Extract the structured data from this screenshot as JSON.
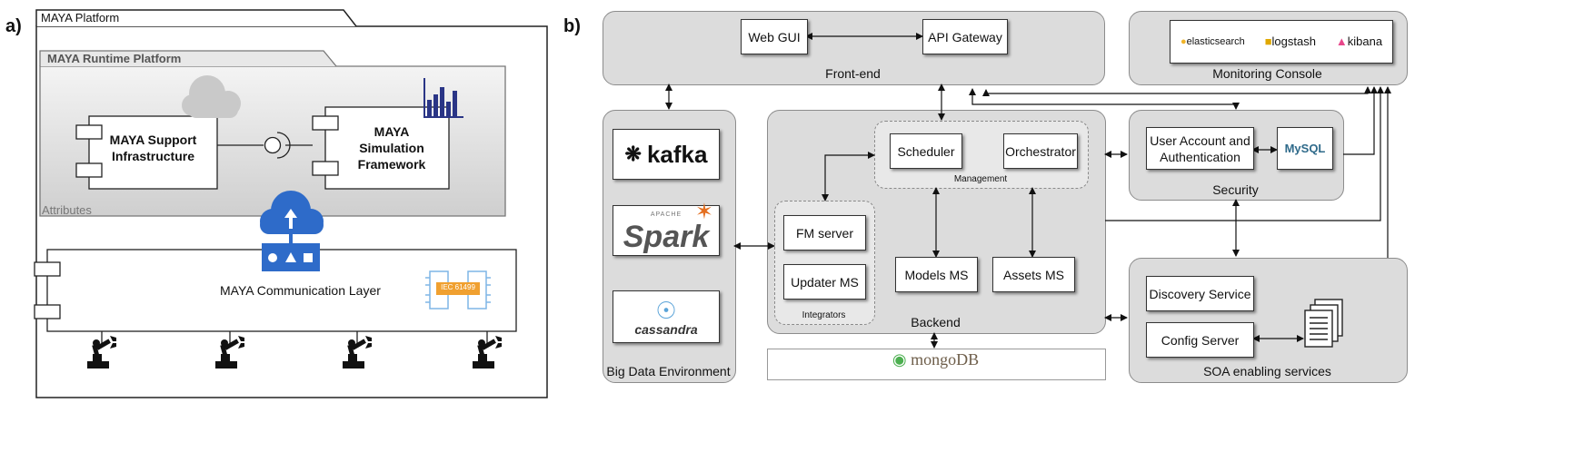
{
  "panel_a": {
    "letter": "a)",
    "platform_tab": "MAYA Platform",
    "runtime_tab": "MAYA Runtime Platform",
    "attributes": "Attributes",
    "support_infra": [
      "MAYA Support",
      "Infrastructure"
    ],
    "simulation_framework": [
      "MAYA",
      "Simulation",
      "Framework"
    ],
    "communication_layer": "MAYA Communication Layer",
    "iec_badge": "IEC 61499"
  },
  "panel_b": {
    "letter": "b)",
    "frontend": {
      "label": "Front-end",
      "web_gui": "Web GUI",
      "api_gateway": "API Gateway"
    },
    "monitoring": {
      "label": "Monitoring Console",
      "elasticsearch": "elasticsearch",
      "logstash": "logstash",
      "kibana": "kibana"
    },
    "big_data": {
      "label": "Big Data Environment",
      "kafka": "kafka",
      "spark_apache": "APACHE",
      "spark": "Spark",
      "cassandra": "cassandra"
    },
    "backend": {
      "label": "Backend",
      "management": "Management",
      "scheduler": "Scheduler",
      "orchestrator": "Orchestrator",
      "integrators": "Integrators",
      "fm_server": "FM server",
      "updater_ms": "Updater MS",
      "models_ms": "Models MS",
      "assets_ms": "Assets MS"
    },
    "security": {
      "label": "Security",
      "user_account": [
        "User Account and",
        "Authentication"
      ],
      "mysql": "MySQL"
    },
    "soa": {
      "label": "SOA enabling services",
      "discovery": "Discovery Service",
      "config": "Config Server"
    },
    "mongodb": "mongoDB"
  }
}
